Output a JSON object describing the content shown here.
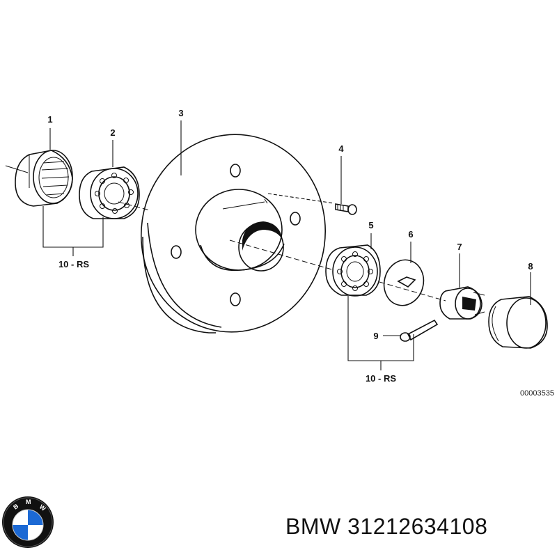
{
  "callouts": {
    "c1": "1",
    "c2": "2",
    "c3": "3",
    "c4": "4",
    "c5": "5",
    "c6": "6",
    "c7": "7",
    "c8": "8",
    "c9": "9"
  },
  "group_labels": {
    "left": "10 - RS",
    "right": "10 - RS"
  },
  "drawing_ref": "00003535",
  "caption": {
    "brand": "BMW",
    "part_number": "31212634108"
  },
  "logo": {
    "text": "BMW",
    "colors": {
      "blue": "#1c69d4",
      "white": "#ffffff",
      "ring": "#111111"
    }
  }
}
